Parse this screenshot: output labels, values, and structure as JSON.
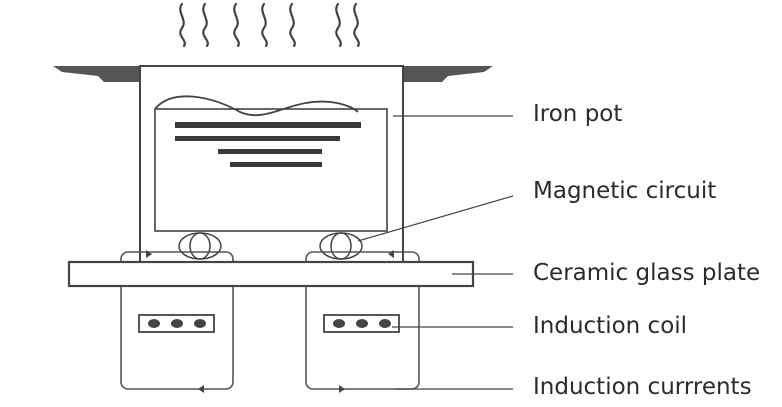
{
  "labels": {
    "iron_pot": "Iron pot",
    "magnetic_circuit": "Magnetic circuit",
    "ceramic_glass_plate": "Ceramic glass plate",
    "induction_coil": "Induction coil",
    "induction_currents": "Induction currrents"
  },
  "colors": {
    "stroke": "#444444",
    "handle": "#555555",
    "lines": "#3a3a3a",
    "text": "#2b2b2b"
  }
}
